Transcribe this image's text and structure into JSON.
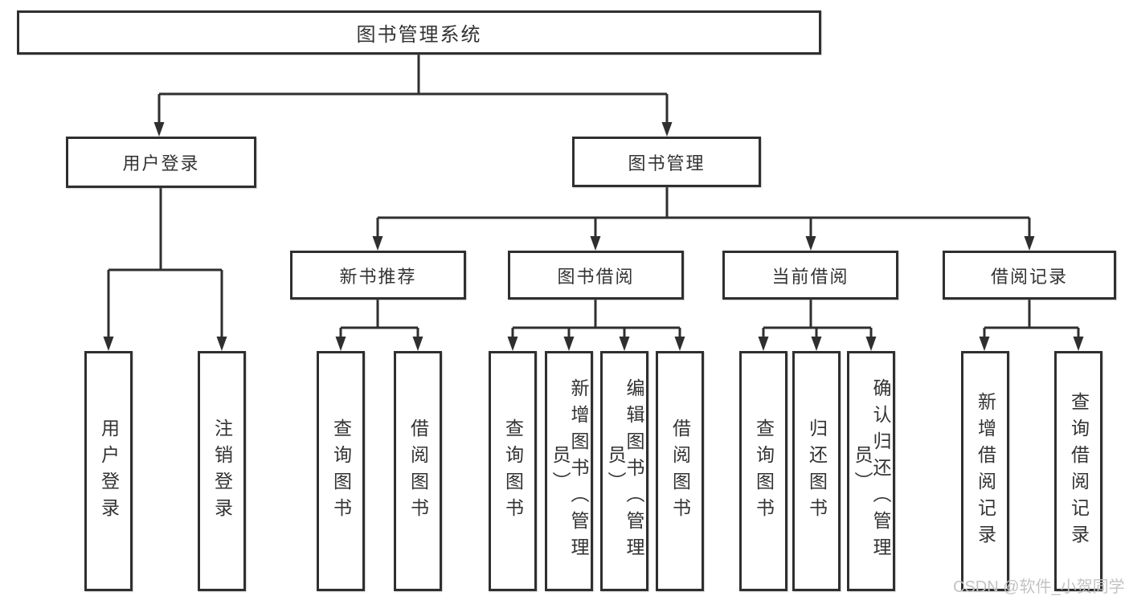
{
  "diagram": {
    "root": {
      "label": "图书管理系统"
    },
    "level2": {
      "user_login": {
        "label": "用户登录"
      },
      "book_management": {
        "label": "图书管理"
      }
    },
    "level3": {
      "new_book_recommend": {
        "label": "新书推荐"
      },
      "book_borrowing": {
        "label": "图书借阅"
      },
      "current_borrowing": {
        "label": "当前借阅"
      },
      "borrowing_records": {
        "label": "借阅记录"
      }
    },
    "leaves": {
      "user_login": {
        "label": "用户登录"
      },
      "logout_login": {
        "label": "注销登录"
      },
      "recommend_query_books": {
        "label": "查询图书"
      },
      "recommend_borrow_books": {
        "label": "借阅图书"
      },
      "borrowing_query_books": {
        "label": "查询图书"
      },
      "borrowing_add_books": {
        "label": "新增图书（管理员）"
      },
      "borrowing_edit_books": {
        "label": "编辑图书（管理员）"
      },
      "borrowing_borrow_books": {
        "label": "借阅图书"
      },
      "current_query_books": {
        "label": "查询图书"
      },
      "current_return_books": {
        "label": "归还图书"
      },
      "current_confirm_return": {
        "label": "确认归还（管理员）"
      },
      "records_add_record": {
        "label": "新增借阅记录"
      },
      "records_query_record": {
        "label": "查询借阅记录"
      }
    },
    "watermark": "CSDN @软件_小贺同学",
    "colors": {
      "line": "#2f2f2f",
      "box_border": "#2f2f2f",
      "text": "#333333",
      "watermark": "#c3c3c3",
      "background": "#ffffff"
    }
  }
}
